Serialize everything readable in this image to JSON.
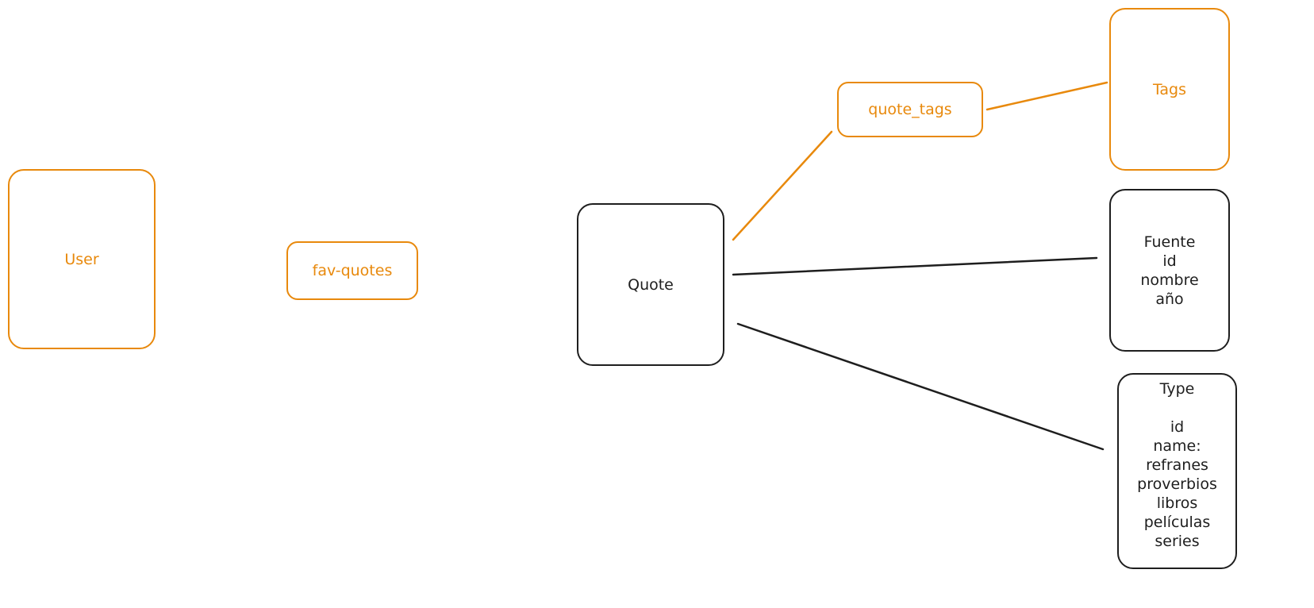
{
  "colors": {
    "orange": "#e8890c",
    "black": "#1e1e1e",
    "background": "#ffffff"
  },
  "nodes": {
    "user": {
      "label": "User",
      "color": "orange"
    },
    "fav_quotes": {
      "label": "fav-quotes",
      "color": "orange"
    },
    "quote": {
      "label": "Quote",
      "color": "black"
    },
    "quote_tags": {
      "label": "quote_tags",
      "color": "orange"
    },
    "tags": {
      "label": "Tags",
      "color": "orange"
    },
    "fuente": {
      "color": "black",
      "lines": [
        "Fuente",
        "id",
        "nombre",
        "año"
      ]
    },
    "type": {
      "color": "black",
      "title": "Type",
      "lines": [
        "id",
        "name:",
        "refranes",
        "proverbios",
        "libros",
        "películas",
        "series"
      ]
    }
  },
  "edges": [
    {
      "from": "quote",
      "to": "quote_tags",
      "color": "orange"
    },
    {
      "from": "quote_tags",
      "to": "tags",
      "color": "orange"
    },
    {
      "from": "quote",
      "to": "fuente",
      "color": "black"
    },
    {
      "from": "quote",
      "to": "type",
      "color": "black"
    }
  ]
}
